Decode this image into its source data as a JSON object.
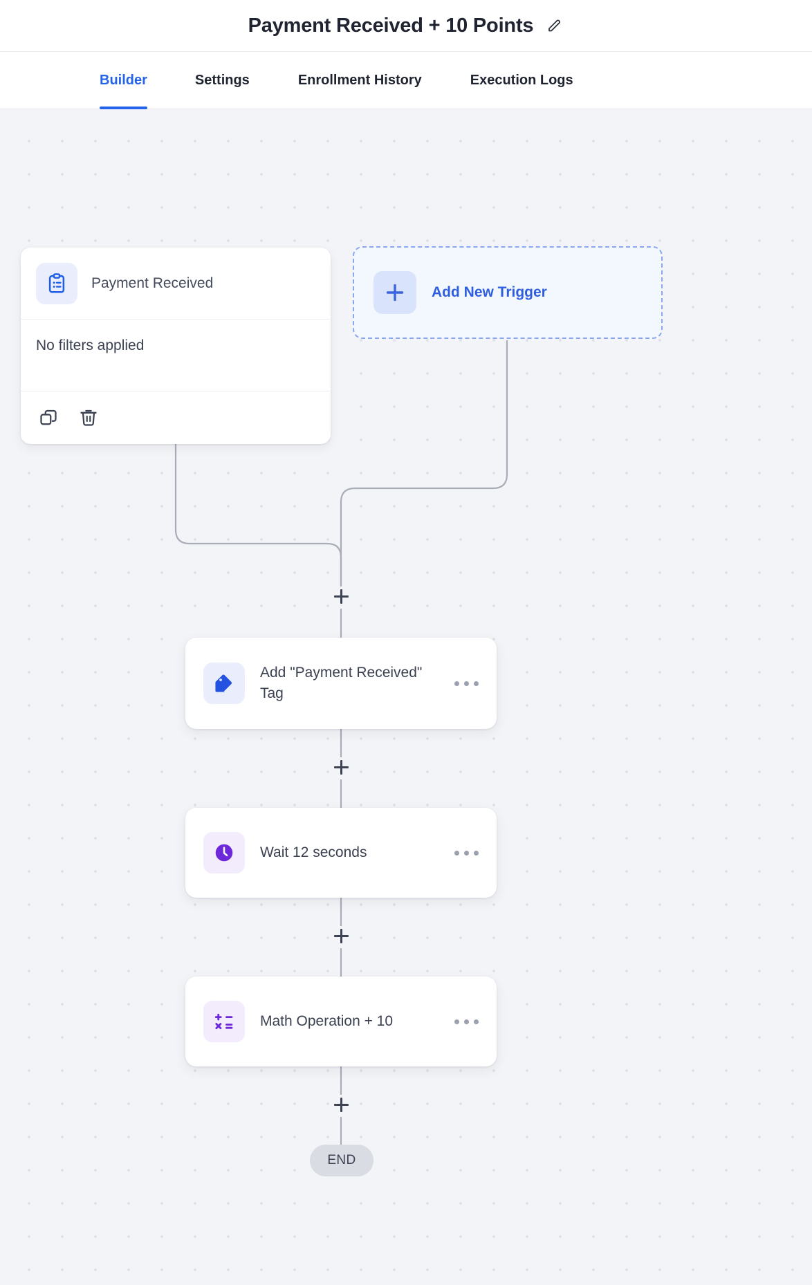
{
  "header": {
    "title": "Payment Received + 10 Points",
    "edit_icon": "pencil-icon"
  },
  "tabs": [
    {
      "label": "Builder",
      "active": true
    },
    {
      "label": "Settings",
      "active": false
    },
    {
      "label": "Enrollment History",
      "active": false
    },
    {
      "label": "Execution Logs",
      "active": false
    }
  ],
  "canvas": {
    "trigger": {
      "icon": "clipboard-list-icon",
      "title": "Payment Received",
      "filters": "No filters applied",
      "actions": [
        {
          "icon": "copy-icon",
          "name": "duplicate"
        },
        {
          "icon": "trash-icon",
          "name": "delete"
        }
      ]
    },
    "add_trigger": {
      "icon": "plus-icon",
      "label": "Add New Trigger"
    },
    "nodes": [
      {
        "icon": "tag-icon",
        "label": "Add \"Payment Received\" Tag",
        "menu": "more-options"
      },
      {
        "icon": "clock-icon",
        "label": "Wait 12 seconds",
        "menu": "more-options"
      },
      {
        "icon": "math-icon",
        "label": "Math Operation + 10",
        "menu": "more-options"
      }
    ],
    "add_step_label": "+",
    "end_label": "END"
  },
  "colors": {
    "accent": "#2563eb",
    "trigger_icon": "#1f5eea",
    "tag_icon": "#2352e0",
    "purple_icon": "#6d28d9",
    "canvas_bg": "#f3f4f7",
    "edge": "#a9adb8"
  }
}
